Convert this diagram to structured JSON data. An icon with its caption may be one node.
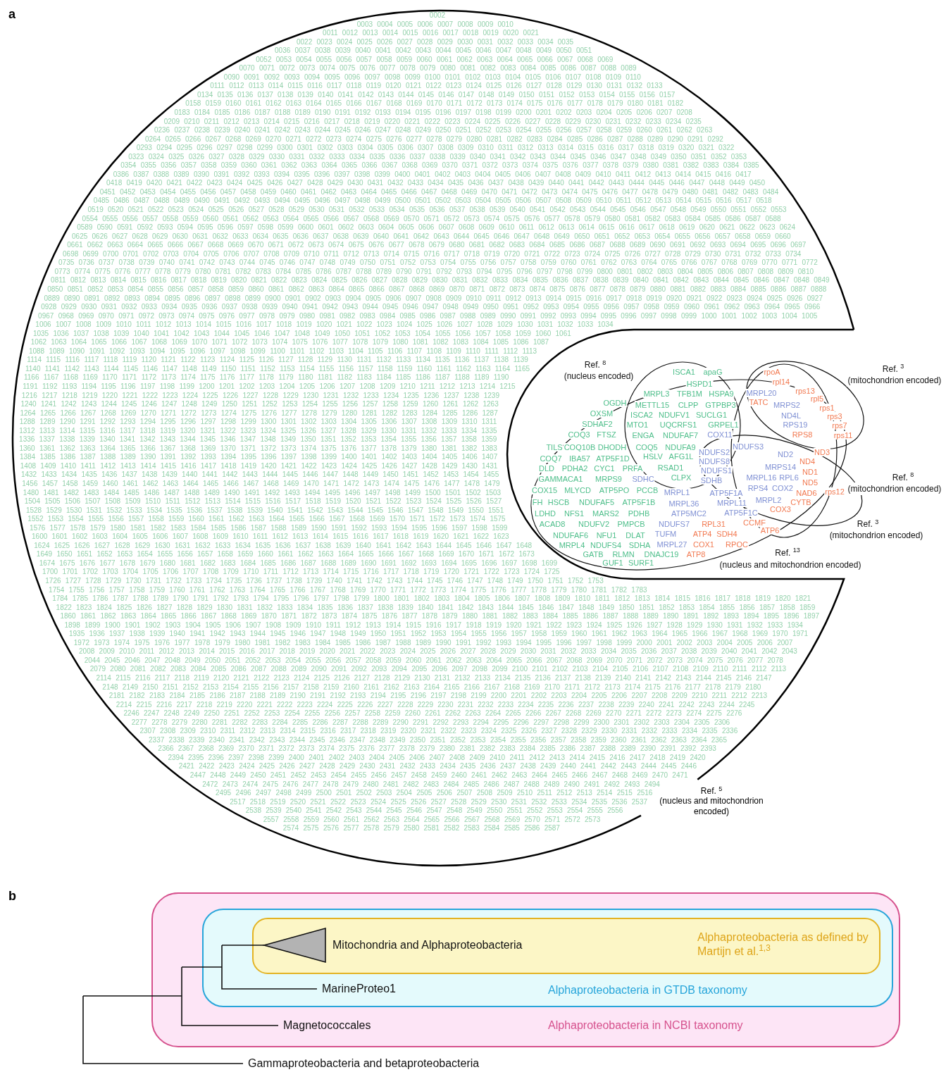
{
  "diagram": {
    "nodes": [
      {
        "text": [
          "Ref. $^{5}$",
          "(nucleus and mitochondrion encoded)",
          "0002 0003 0004 0005 0006 0007 0008 0009 0010 0011 0012 0013 0014 0015 0016 0017 0018 0019 0020 0021 0022 0023 0024 0025 0026 0027 0028 0029 0030 0031 0032 0033 0034 0035 0036 0037 0038 0039 0040 0041 0042 0043 0044 0045 0046 0047 0048 0049 0050 0051 0052 0053 0054 0055 0056 0057 0058 0059 0060 0061 0062 0063 0064 0065 0066 0067 0068 0069 0070 0071 0072 0073 0074 0075 0076 0077 0078 0079 0080 0081 0082 0083 0084 0085 0086 0087 0088 0089 0090 0091 0092 0093 0094 0095 0096 0097 0098 0099 0100 0101 0102 0103 0104 0105 0106 0107 0108 0109 0110 0111 0112 0113 0114 0115 0116 0117 0118 0119 0120 0121 0122 0123 0124 0125 0126 0127 0128 0129 0130 0131 0132 0133 0134 0135 0136 0137 0138 0139 0140 0141 0142 0143 0144 0145 0146 0147 0148 0149 0150 0151 0152 0153 0154 0155 0156 0157 0158 0159 0160 0161 0162 0163 0164 0165 0166 0167 0168 0169 0170 0171 0172 0173 0174 0175 0176 0177 0178 0179 0180 0181 0182 0183 0184 0185 0186 0187 0188 0189 0190 0191 0192 0193 0194 0195 0196 0197 0198 0199 0200 0201 0202 0203 0204 0205 0206 0207 0208 0209 0210 0211 0212 0213 0214 0215 0216 0217 0218 0219 0220 0221 0222 0223 0224 0225 0226 0227 0228 0229 0230 0231 0232 0233 0234 0235 0236 0237 0238 0239 0240 0241 0242 0243 0244 0245 0246 0247 0248 0249 0250 0251 0252 0253 0254 0255 0256 0257 0258 0259 0260 0261 0262 0263 0264 0265 0266 0267 0268 0269 0270 0271 0272 0273 0274 0275 0276 0277 0278 0279 0280 0281 0282 0283 0284 0285 0286 0287 0288 0289 0290 0291 0292 0293 0294 0295 0296 0297 0298 0299 0300 0301 0302 0303 0304 0305 0306 0307 0308 0309 0310 0311 0312 0313 0314 0315 0316 0317 0318 0319 0320 0321 0322 0323 0324 0325 0326 0327 0328 0329 0330 0331 0332 0333 0334 0335 0336 0337 0338 0339 0340 0341 0342 0343 0344 0345 0346 0347 0348 0349 0350 0351 0352 0353 0354 0355 0356 0357 0358 0359 0360 0361 0362 0363 0364 0365 0366 0367 0368 0369 0370 0371 0372 0373 0374 0375 0376 0377 0378 0379 0380 0381 0382 0383 0384 0385 0386 0387 0388 0389 0390 0391 0392 0393 0394 0395 0396 0397 0398 0399 0400 0401 0402 0403 0404 0405 0406 0407 0408 0409 0410 0411 0412 0413 0414 0415 0416 0417 0418 0419 0420 0421 0422 0423 0424 0425 0426 0427 0428 0429 0430 0431 0432 0433 0434 0435 0436 0437 0438 0439 0440 0441 0442 0443 0444 0445 0446 0447 0448 0449 0450 0451 0452 0453 0454 0455 0456 0457 0458 0459 0460 0461 0462 0463 0464 0465 0466 0467 0468 0469 0470 0471 0472 0473 0474 0475 0476 0477 0478 0479 0480 0481 0482 0483 0484 0485 0486 0487 0488 0489 0490 0491 0492 0493 0494 0495 0496 0497 0498 0499 0500 0501 0502 0503 0504 0505 0506 0507 0508 0509 0510 0511 0512 0513 0514 0515 0516 0517 0518 0519 0520 0521 0522 0523 0524 0525 0526 0527 0528 0529 0530 0531 0532 0533 0534 0535 0536 0537 0538 0539 0540 0541 0542 0543 0544 0545 0546 0547 0548 0549 0550 0551 0552 0553 0554 0555 0556 0557 0558 0559 0560 0561 0562 0563 0564 0565 0566 0567 0568 0569 0570 0571 0572 0573 0574 0575 0576 0577 0578 0579 0580 0581 0582 0583 0584 0585 0586 0587 0588 0589 0590 0591 0592 0593 0594 0595 0596 0597 0598 0599 0600 0601 0602 0603 0604 0605 0606 0607 0608 0609 0610 0611 0612 0613 0614 0615 0616 0617 0618 0619 0620 0621 0622 0623 0624 0625 0626 0627 0628 0629 0630 0631 0632 0633 0634 0635 0636 0637 0638 0639 0640 0641 0642 0643 0644 0645 0646 0647 0648 0649 0650 0651 0652 0653 0654 0655 0656 0657 0658 0659 0660 0661 0662 0663 0664 0665 0666 0667 0668 0669 0670 0671 0672 0673 0674 0675 0676 0677 0678 0679 0680 0681 0682 0683 0684 0685 0686 0687 0688 0689 0690 0691 0692 0693 0694 0695 0696 0697 0698 0699 0700 0701 0702 0703 0704 0705 0706 0707 0708 0709 0710 0711 0712 0713 0714 0715 0716 0717 0718 0719 0720 0721 0722 0723 0724 0725 0726 0727 0728 0729 0730 0731 0732 0733 0734 0735 0736 0737 0738 0739 0740 0741 0742 0743 0744 0745 0746 0747 0748 0749 0750 0751 0752 0753 0754 0755 0756 0757 0758 0759 0760 0761 0762 0763 0764 0765 0766 0767 0768 0769 0770 0771 0772 0773 0774 0775 0776 0777 0778 0779 0780 0781 0782 0783 0784 0785 0786 0787 0788 0789 0790 0791 0792 0793 0794 0795 0796 0797 0798 0799 0800 0801 0802 0803 0804 0805 0806 0807 0808 0809 0810 0811 0812 0813 0814 0815 0816 0817 0818 0819 0820 0821 0822 0823 0824 0825 0826 0827 0828 0829 0830 0831 0832 0833 0834 0835 0836 0837 0838 0839 0840 0841 0842 0843 0844 0845 0846 0847 0848 0849 0850 0851 0852 0853 0854 0855 0856 0857 0858 0859 0860 0861 0862 0863 0864 0865 0866 0867 0868 0869 0870 0871 0872 0873 0874 0875 0876 0877 0878 0879 0880 0881 0882 0883 0884 0885 0886 0887 0888 0889 0890 0891 0892 0893 0894 0895 0896 0897 0898 0899 0900 0901 0902 0903 0904 0905 0906 0907 0908 0909 0910 0911 0912 0913 0914 0915 0916 0917 0918 0919 0920 0921 0922 0923 0924 0925 0926 0927 0928 0929 0930 0931 0932 0933 0934 0935 0936 0937 0938 0939 0940 0941 0942 0943 0944 0945 0946 0947 0948 0949 0950 0951 0952 0953 0954 0955 0956 0957 0958 0959 0960 0961 0962 0963 0964 0965 0966 0967 0968 0969 0970 0971 0972 0973 0974 0975 0976 0977 0978 0979 0980 0981 0982 0983 0984 0985 0986 0987 0988 0989 0990 0991 0992 0993 0994 0995 0996 0997 0998 0999 1000 1001 1002 1003 1004 1005 1006 1007 1008 1009 1010 1011 1012 1013 1014 1015 1016 1017 1018 1019 1020 1021 1022 1023 1024 1025 1026 1027 1028 1029 1030 1031 1032 1033 1034 1035 1036 1037 1038 1039 1040 1041 1042 1043 1044 1045 1046 1047 1048 1049 1050 1051 1052 1053 1054 1055 1056 1057 1058 1059 1060 1061 1062 1063 1064 1065 1066 1067 1068 1069 1070 1071 1072 1073 1074 1075 1076 1077 1078 1079 1080 1081 1082 1083 1084 1085 1086 1087 1088 1089 1090 1091 1092 1093 1094 1095 1096 1097 1098 1099 1100 1101 1102 1103 1104 1105 1106 1107 1108 1109 1110 1111 1112 1113 1114 1115 1116 1117 1118 1119 1120 1121 1122 1123 1124 1125 1126 1127 1128 1129 1130 1131 1132 1133 1134 1135 1136 1137 1138 1139 1140 1141 1142 1143 1144 1145 1146 1147 1148 1149 1150 1151 1152 1153 1154 1155 1156 1157 1158 1159 1160 1161 1162 1163 1164 1165 1166 1167 1168 1169 1170 1171 1172 1173 1174 1175 1176 1177 1178 1179 1180 1181 1182 1183 1184 1185 1186 1187 1188 1189 1190 1191 1192 1193 1194 1195 1196 1197 1198 1199 1200 1201 1202 1203 1204 1205 1206 1207 1208 1209 1210 1211 1212 1213 1214 1215 1216 1217 1218 1219 1220 1221 1222 1223 1224 1225 1226 1227 1228 1229 1230 1231 1232 1233 1234 1235 1236 1237 1238 1239 1240 1241 1242 1243 1244 1245 1246 1247 1248 1249 1250 1251 1252 1253 1254 1255 1256 1257 1258 1259 1260 1261 1262 1263 1264 1265 1266 1267 1268 1269 1270 1271 1272 1273 1274 1275 1276 1277 1278 1279 1280 1281 1282 1283 1284 1285 1286 1287 1288 1289 1290 1291 1292 1293 1294 1295 1296 1297 1298 1299 1300 1301 1302 1303 1304 1305 1306 1307 1308 1309 1310 1311 1312 1313 1314 1315 1316 1317 1318 1319 1320 1321 1322 1323 1324 1325 1326 1327 1328 1329 1330 1331 1332 1333 1334 1335 1336 1337 1338 1339 1340 1341 1342 1343 1344 1345 1346 1347 1348 1349 1350 1351 1352 1353 1354 1355 1356 1357 1358 1359 1360 1361 1362 1363 1364 1365 1366 1367 1368 1369 1370 1371 1372 1373 1374 1375 1376 1377 1378 1379 1380 1381 1382 1383 1384 1385 1386 1387 1388 1389 1390 1391 1392 1393 1394 1395 1396 1397 1398 1399 1400 1401 1402 1403 1404 1405 1406 1407 1408 1409 1410 1411 1412 1413 1414 1415 1416 1417 1418 1419 1420 1421 1422 1423 1424 1425 1426 1427 1428 1429 1430 1431 1432 1433 1434 1435 1436 1437 1438 1439 1440 1441 1442 1443 1444 1445 1446 1447 1448 1449 1450 1451 1452 1453 1454 1455 1456 1457 1458 1459 1460 1461 1462 1463 1464 1465 1466 1467 1468 1469 1470 1471 1472 1473 1474 1475 1476 1477 1478 1479 1480 1481 1482 1483 1484 1485 1486 1487 1488 1489 1490 1491 1492 1493 1494 1495 1496 1497 1498 1499 1500 1501 1502 1503 1504 1505 1506 1507 1508 1509 1510 1511 1512 1513 1514 1515 1516 1517 1518 1519 1520 1521 1522 1523 1524 1525 1526 1527 1528 1529 1530 1531 1532 1533 1534 1535 1536 1537 1538 1539 1540 1541 1542 1543 1544 1545 1546 1547 1548 1549 1550 1551 1552 1553 1554 1555 1556 1557 1558 1559 1560 1561 1562 1563 1564 1565 1566 1567 1568 1569 1570 1571 1572 1573 1574 1575 1576 1577 1578 1579 1580 1581 1582 1583 1584 1585 1586 1587 1588 1589 1590 1591 1592 1593 1594 1595 1596 1597 1598 1599 1600 1601 1602 1603 1604 1605 1606 1607 1608 1609 1610 1611 1612 1613 1614 1615 1616 1617 1618 1619 1620 1621 1622 1623 1624 1625 1626 1627 1628 1629 1630 1631 1632 1633 1634 1635 1636 1637 1638 1639 1640 1641 1642 1643 1644 1645 1646 1647 1648 1649 1650 1651 1652 1653 1654 1655 1656 1657 1658 1659 1660 1661 1662 1663 1664 1665 1666 1667 1668 1669 1670 1671 1672 1673 1674 1675 1676 1677 1678 1679 1680 1681 1682 1683 1684 1685 1686 1687 1688 1689 1690 1691 1692 1693 1694 1695 1696 1697 1698 1699 1700 1701 1702 1703 1704 1705 1706 1707 1708 1709 1710 1711 1712 1713 1714 1715 1716 1717 1718 1719 1720 1721 1722 1723 1724 1725 1726 1727 1728 1729 1730 1731 1732 1733 1734 1735 1736 1737 1738 1739 1740 1741 1742 1743 1744 1745 1746 1747 1748 1749 1750 1751 1752 1753 1754 1755 1756 1757 1758 1759 1760 1761 1762 1763 1764 1765 1766 1767 1768 1769 1770 1771 1772 1773 1774 1775 1776 1777 1778 1779 1780 1781 1782 1783 1784 1785 1786 1787 1788 1789 1790 1791 1792 1793 1794 1795 1796 1797 1798 1799 1800 1801 1802 1803 1804 1805 1806 1807 1808 1809 1810 1811 1812 1813 1814 1815 1816 1817 1818 1819 1820 1821 1822 1823 1824 1825 1826 1827 1828 1829 1830 1831 1832 1833 1834 1835 1836 1837 1838 1839 1840 1841 1842 1843 1844 1845 1846 1847 1848 1849 1850 1851 1852 1853 1854 1855 1856 1857 1858 1859 1860 1861 1862 1863 1864 1865 1866 1867 1868 1869 1870 1871 1872 1873 1874 1875 1876 1877 1878 1879 1880 1881 1882 1883 1884 1885 1886 1887 1888 1889 1890 1891 1892 1893 1894 1895 1896 1897 1898 1899 1900 1901 1902 1903 1904 1905 1906 1907 1908 1909 1910 1911 1912 1913 1914 1915 1916 1917 1918 1919 1920 1921 1922 1923 1924 1925 1926 1927 1928 1929 1930 1931 1932 1933 1934 1935 1936 1937 1938 1939 1940 1941 1942 1943 1944 1945 1946 1947 1948 1949 1950 1951 1952 1953 1954 1955 1956 1957 1958 1959 1960 1961 1962 1963 1964 1965 1966 1967 1968 1969 1970 1971 1972 1973 1974 1975 1976 1977 1978 1979 1980 1981 1982 1983 1984 1985 1986 1987 1988 1989 1990 1991 1992 1993 1994 1995 1996 1997 1998 1999 2000 2001 2002 2003 2004 2005 2006 2007 2008 2009 2010 2011 2012 2013 2014 2015 2016 2017 2018 2019 2020 2021 2022 2023 2024 2025 2026 2027 2028 2029 2030 2031 2032 2033 2034 2035 2036 2037 2038 2039 2040 2041 2042 2043 2044 2045 2046 2047 2048 2049 2050 2051 2052 2053 2054 2055 2056 2057 2058 2059 2060 2061 2062 2063 2064 2065 2066 2067 2068 2069 2070 2071 2072 2073 2074 2075 2076 2077 2078 2079 2080 2081 2082 2083 2084 2085 2086 2087 2088 2089 2090 2091 2092 2093 2094 2095 2096 2097 2098 2099 2100 2101 2102 2103 2104 2105 2106 2107 2108 2109 2110 2111 2112 2113 2114 2115 2116 2117 2118 2119 2120 2121 2122 2123 2124 2125 2126 2127 2128 2129 2130 2131 2132 2133 2134 2135 2136 2137 2138 2139 2140 2141 2142 2143 2144 2145 2146 2147 2148 2149 2150 2151 2152 2153 2154 2155 2156 2157 2158 2159 2160 2161 2162 2163 2164 2165 2166 2167 2168 2169 2170 2171 2172 2173 2174 2175 2176 2177 2178 2179 2180 2181 2182 2183 2184 2185 2186 2187 2188 2189 2190 2191 2192 2193 2194 2195 2196 2197 2198 2199 2200 2201 2202 2203 2204 2205 2206 2207 2208 2209 2210 2211 2212 2213 2214 2215 2216 2217 2218 2219 2220 2221 2222 2223 2224 2225 2226 2227 2228 2229 2230 2231 2232 2233 2234 2235 2236 2237 2238 2239 2240 2241 2242 2243 2244 2245 2246 2247 2248 2249 2250 2251 2252 2253 2254 2255 2256 2257 2258 2259 2260 2261 2262 2263 2264 2265 2266 2267 2268 2269 2270 2271 2272 2273 2274 2275 2276 2277 2278 2279 2280 2281 2282 2283 2284 2285 2286 2287 2288 2289 2290 2291 2292 2293 2294 2295 2296 2297 2298 2299 2300 2301 2302 2303 2304 2305 2306 2307 2308 2309 2310 2311 2312 2313 2314 2315 2316 2317 2318 2319 2320 2321 2322 2323 2324 2325 2326 2327 2328 2329 2330 2331 2332 2333 2334 2335 2336 2337 2338 2339 2340 2341 2342 2343 2344 2345 2346 2347 2348 2349 2350 2351 2352 2353 2354 2355 2356 2357 2358 2359 2360 2361 2362 2363 2364 2365 2366 2367 2368 2369 2370 2371 2372 2373 2374 2375 2376 2377 2378 2379 2380 2381 2382 2383 2384 2385 2386 2387 2388 2389 2390 2391 2392 2393 2394 2395 2396 2397 2398 2399 2400 2401 2402 2403 2404 2405 2406 2407 2408 2409 2410 2411 2412 2413 2414 2415 2416 2417 2418 2419 2420 2421 2422 2423 2424 2425 2426 2427 2428 2429 2430 2431 2432 2433 2434 2435 2436 2437 2438 2439 2440 2441 2442 2443 2444 2445 2446 2447 2448 2449 2450 2451 2452 2453 2454 2455 2456 2457 2458 2459 2460 2461 2462 2463 2464 2465 2466 2467 2468 2469 2470 2471 2472 2473 2474 2475 2476 2477 2478 2479 2480 2481 2482 2483 2484 2485 2486 2487 2488 2489 2490 2491 2492 2493 2494 2495 2496 2497 2498 2499 2500 2501 2502 2503 2504 2505 2506 2507 2508 2509 2510 2511 2512 2513 2514 2515 2516 2517 2518 2519 2520 2521 2522 2523 2524 2525 2526 2527 2528 2529 2530 2531 2532 2533 2534 2535 2536 2537 2538 2539 2540 2541 2542 2543 2544 2545 2546 2547 2548 2549 2550 2551 2552 2553 2554 2555 2556 2557 2558 2559 2560 2561 2562 2563 2564 2565 2566 2567 2568 2569 2570 2571 2572 2573 2574 2575 2576 2577 2578 2579 2580 2581 2582 2583 2584 2585 2586 2587"
        ]
      },
      {
        "text": [
          "Ref. $^{8}$",
          "(nucleus encoded)"
        ],
        "in": 0
      },
      {
        "text": [
          "Ref. $^{3}$",
          "(mitochondrion encoded)"
        ],
        "in": 0
      },
      {
        "text": [
          "Ref. $^{8}$",
          "(mitochondrion encoded)"
        ],
        "in": 0
      },
      {
        "text": [
          "Ref. $^{3}$",
          "(mitochondrion encoded)"
        ],
        "in": 0
      },
      {
        "text": [
          "Ref. $^{13}$",
          "(nucleus and mitochondrion encoded)"
        ],
        "in": 0
      },
      {
        "text": [
          "Alphaproteobacteria in NCBI taxonomy"
        ]
      },
      {
        "text": [
          "Alphaproteobacteria in GTDB taxonomy"
        ],
        "in": 6
      },
      {
        "text": [
          "Alphaproteobacteria as defined by Martijn et al.$^{1,3}$"
        ],
        "in": 7
      }
    ],
    "labels": [
      "a",
      "ISCA1",
      "apaG",
      "rpoA",
      "HSPD1",
      "rpl14",
      "MRPL3",
      "TFB1M",
      "HSPA9",
      "MRPL20",
      "rps13",
      "OGDH",
      "METTL15",
      "CLPP",
      "GTPBP3",
      "TATC",
      "MRPS2",
      "rpl5",
      "rps1",
      "OXSM",
      "ISCA2",
      "NDUFV1",
      "SUCLG1",
      "ND4L",
      "rps3",
      "SDHAF2",
      "MTO1",
      "UQCRFS1",
      "GRPEL1",
      "RPS19",
      "rps7",
      "COQ3",
      "FTSZ",
      "ENGA",
      "NDUFAF7",
      "COX11",
      "RPS8",
      "rps11",
      "TILS",
      "COQ10B",
      "DHODH",
      "COQ5",
      "NDUFA9",
      "NDUFS3",
      "COQ7",
      "IBA57",
      "ATP5F1D",
      "HSLV",
      "AFG1L",
      "NDUFS2",
      "ND2",
      "ND3",
      "NDUFS8",
      "ND4",
      "DLD",
      "PDHA2",
      "CYC1",
      "PRFA",
      "RSAD1",
      "NDUFS1",
      "MRPS14",
      "ND1",
      "GAMMACA1",
      "MRPS9",
      "SDHC",
      "CLPX",
      "SDHB",
      "MRPL16",
      "RPL6",
      "ND5",
      "COX15",
      "MLYCD",
      "ATP5PO",
      "PCCB",
      "MRPL1",
      "ATP5F1A",
      "RPS4",
      "COX2",
      "NAD6",
      "rps12",
      "FH",
      "HSCB",
      "NDUFAF5",
      "ATP5F1B",
      "MRPL36",
      "MRPL11",
      "MRPL2",
      "CYTB",
      "LDHD",
      "NFS1",
      "MARS2",
      "PDHB",
      "ATP5MC2",
      "ATP5F1C",
      "COX3",
      "ACAD8",
      "NDUFV2",
      "PMPCB",
      "NDUFS7",
      "RPL31",
      "CCMF",
      "NDUFAF6",
      "NFU1",
      "DLAT",
      "TUFM",
      "ATP4",
      "SDH4",
      "ATP6",
      "MRPL4",
      "NDUFS4",
      "SDHA",
      "MRPL27",
      "COX1",
      "RPOC",
      "GATB",
      "RLMN",
      "DNAJC19",
      "ATP8",
      "GUF1",
      "SURF1",
      "b",
      "Mitochondria and Alphaproteobacteria",
      "MarineProteo1",
      "Magnetococcales",
      "Gammaproteobacteria and betaproteobacteria"
    ]
  }
}
